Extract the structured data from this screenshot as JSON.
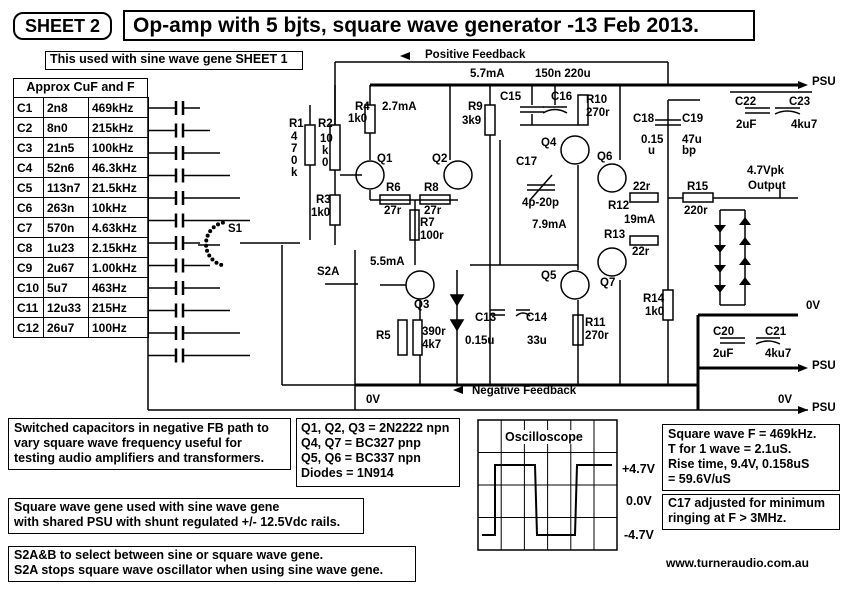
{
  "header": {
    "sheet_label": "SHEET 2",
    "title": "Op-amp with 5 bjts,  square wave generator -13 Feb 2013.",
    "subtitle": "This used with sine wave gene SHEET 1"
  },
  "cap_table": {
    "heading": "Approx CuF and F",
    "rows": [
      {
        "id": "C1",
        "cap": "2n8",
        "freq": "469kHz"
      },
      {
        "id": "C2",
        "cap": "8n0",
        "freq": "215kHz"
      },
      {
        "id": "C3",
        "cap": "21n5",
        "freq": "100kHz"
      },
      {
        "id": "C4",
        "cap": "52n6",
        "freq": "46.3kHz"
      },
      {
        "id": "C5",
        "cap": "113n7",
        "freq": "21.5kHz"
      },
      {
        "id": "C6",
        "cap": "263n",
        "freq": "10kHz"
      },
      {
        "id": "C7",
        "cap": "570n",
        "freq": "4.63kHz"
      },
      {
        "id": "C8",
        "cap": "1u23",
        "freq": "2.15kHz"
      },
      {
        "id": "C9",
        "cap": "2u67",
        "freq": "1.00kHz"
      },
      {
        "id": "C10",
        "cap": "5u7",
        "freq": "463Hz"
      },
      {
        "id": "C11",
        "cap": "12u33",
        "freq": "215Hz"
      },
      {
        "id": "C12",
        "cap": "26u7",
        "freq": "100Hz"
      }
    ]
  },
  "schematic": {
    "positive_feedback": "Positive Feedback",
    "negative_feedback": "Negative Feedback",
    "psu": "PSU",
    "zero_v": "0V",
    "current_5_7": "5.7mA",
    "current_2_7": "2.7mA",
    "current_5_5": "5.5mA",
    "current_7_9": "7.9mA",
    "current_19": "19mA",
    "cap_pair": "150n 220u",
    "output_label": "4.7Vpk",
    "output_word": "Output",
    "switch_s1": "S1",
    "switch_s2a": "S2A",
    "parts": {
      "R1": "R1",
      "R1v1": "4",
      "R1v2": "7",
      "R1v3": "0",
      "R1v4": "k",
      "R2": "R2",
      "R2v1": "10",
      "R2v2": "k",
      "R2v3": "0",
      "R3": "R3",
      "R3v": "1k0",
      "R4": "R4",
      "R4v": "1k0",
      "R5": "R5",
      "R6": "R6",
      "R6v": "27r",
      "R7": "R7",
      "R7v": "100r",
      "R8": "R8",
      "R8v": "27r",
      "R9": "R9",
      "R9v": "3k9",
      "R10": "R10",
      "R10v": "270r",
      "R11": "R11",
      "R11v": "270r",
      "R12": "R12",
      "R12v": "22r",
      "R13": "R13",
      "R13v": "22r",
      "R14": "R14",
      "R14v": "1k0",
      "R15": "R15",
      "R15v": "220r",
      "R390": "390r",
      "R4k7": "4k7",
      "Q1": "Q1",
      "Q2": "Q2",
      "Q3": "Q3",
      "Q4": "Q4",
      "Q5": "Q5",
      "Q6": "Q6",
      "Q7": "Q7",
      "C13": "C13",
      "C13v": "0.15u",
      "C14": "C14",
      "C14v": "33u",
      "C15": "C15",
      "C16": "C16",
      "C17": "C17",
      "C17v": "4p-20p",
      "C18": "C18",
      "C18v1": "0.15",
      "C18v2": "u",
      "C19": "C19",
      "C19v1": "47u",
      "C19v2": "bp",
      "C20": "C20",
      "C20v": "2uF",
      "C21": "C21",
      "C21v": "4ku7",
      "C22": "C22",
      "C22v": "2uF",
      "C23": "C23",
      "C23v": "4ku7"
    }
  },
  "notes": {
    "switched_caps": [
      "Switched capacitors in negative FB path to",
      "vary square wave frequency useful for",
      "testing audio amplifiers and transformers."
    ],
    "transistors": [
      "Q1, Q2, Q3 = 2N2222 npn",
      "Q4, Q7 = BC327  pnp",
      "Q5, Q6 = BC337  npn",
      "Diodes = 1N914"
    ],
    "shared_psu": [
      "Square wave gene used with sine wave gene",
      "with shared PSU with shunt regulated +/- 12.5Vdc rails."
    ],
    "s2": [
      "S2A&B to select  between sine or square wave gene.",
      "S2A stops  square wave oscillator when using sine wave gene."
    ],
    "specs": [
      "Square wave F = 469kHz.",
      "T for 1 wave = 2.1uS.",
      "Rise time, 9.4V, 0.158uS",
      "= 59.6V/uS"
    ],
    "c17_note": [
      "C17 adjusted for minimum",
      "ringing at F > 3MHz."
    ],
    "website": "www.turneraudio.com.au"
  },
  "scope": {
    "title": "Oscilloscope",
    "top_label": "+4.7V",
    "mid_label": "0.0V",
    "bottom_label": "-4.7V"
  }
}
